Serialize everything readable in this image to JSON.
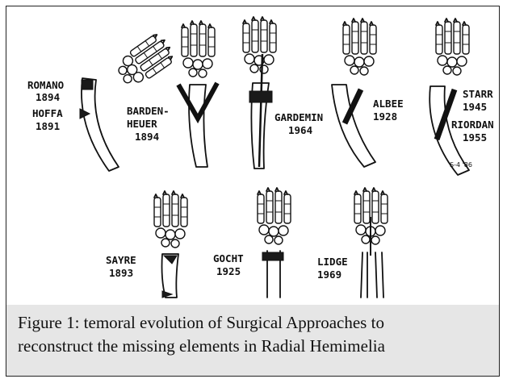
{
  "figure": {
    "labels": {
      "romano": [
        "ROMANO",
        "1894"
      ],
      "hoffa": [
        "HOFFA",
        "1891"
      ],
      "bardenheuer": [
        "BARDEN-",
        "HEUER",
        "1894"
      ],
      "gardemin": [
        "GARDEMIN",
        "1964"
      ],
      "albee": [
        "ALBEE",
        "1928"
      ],
      "starr": [
        "STARR",
        "1945"
      ],
      "riordan": [
        "RIORDAN",
        "1955"
      ],
      "sayre": [
        "SAYRE",
        "1893"
      ],
      "gocht": [
        "GOCHT",
        "1925"
      ],
      "lidge": [
        "LIDGE",
        "1969"
      ]
    },
    "caption": {
      "line1": "Figure 1: temoral evolution of Surgical Approaches to",
      "line2": "reconstruct the missing elements in Radial Hemimelia"
    }
  }
}
